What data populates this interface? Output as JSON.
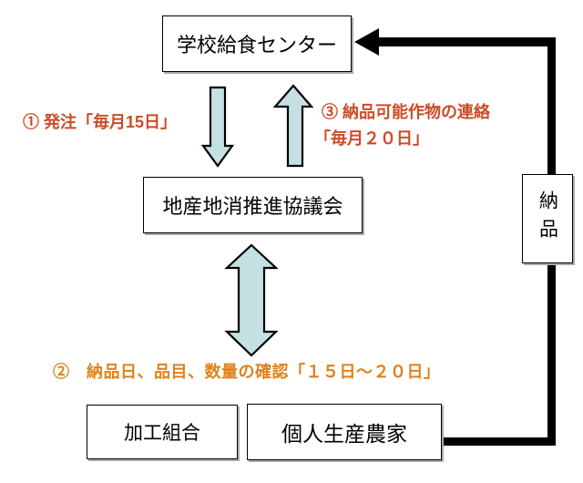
{
  "diagram": {
    "nodes": {
      "school_center": {
        "label": "学校給食センター"
      },
      "council": {
        "label": "地産地消推進協議会"
      },
      "processing_union": {
        "label": "加工組合"
      },
      "individual_farmers": {
        "label": "個人生産農家"
      },
      "delivery": {
        "label": "納品"
      }
    },
    "labels": {
      "step1": "① 発注「毎月15日」",
      "step2": "②　納品日、品目、数量の確認「１５日～２０日」",
      "step3_line1": "③ 納品可能作物の連絡",
      "step3_line2": "「毎月２０日」"
    },
    "colors": {
      "step1_color": "#CC4B28",
      "step2_color": "#E08119",
      "step3_color": "#CC4B28",
      "arrow_fill": "#C4E0E3",
      "arrow_stroke": "#000000",
      "connector_color": "#000000",
      "box_border": "#000000",
      "box_shadow": "#AAAAAA"
    }
  }
}
